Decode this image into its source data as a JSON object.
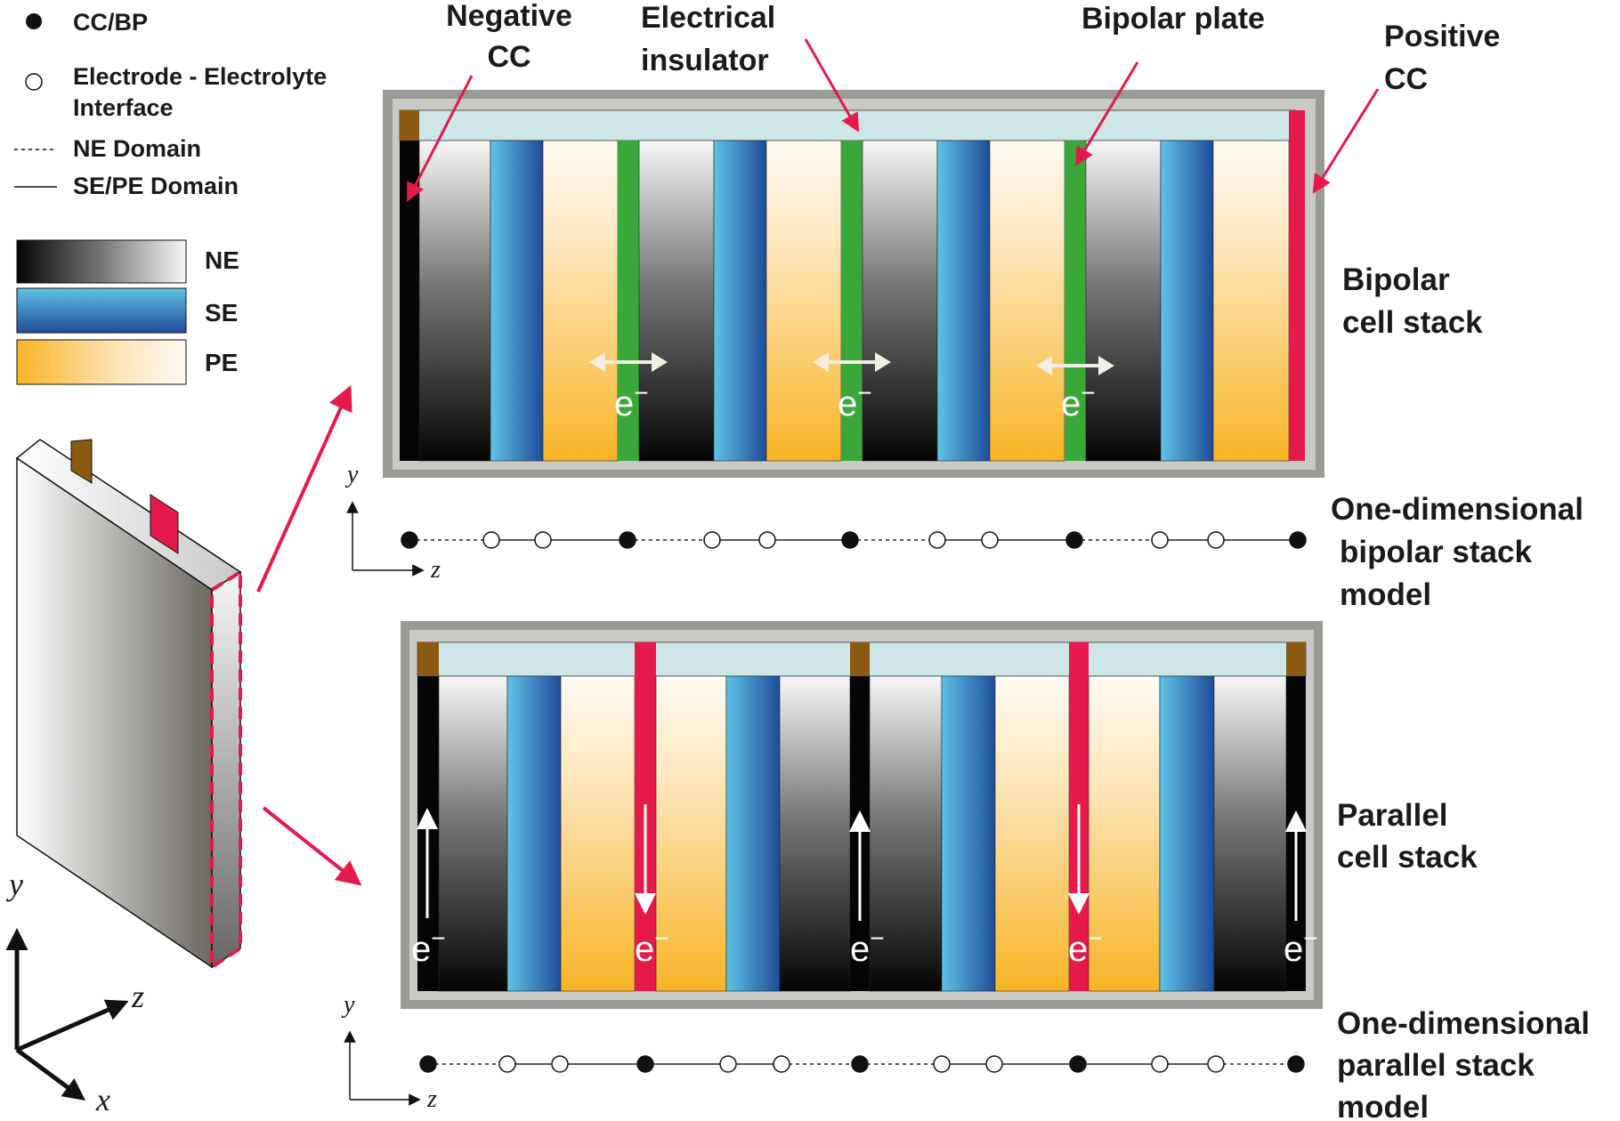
{
  "legend": {
    "cc_bp": "CC/BP",
    "interface_line1": "Electrode - Electrolyte",
    "interface_line2": "Interface",
    "ne_domain": "NE Domain",
    "se_pe_domain": "SE/PE Domain",
    "ne": "NE",
    "se": "SE",
    "pe": "PE"
  },
  "callouts": {
    "negative_cc_line1": "Negative",
    "negative_cc_line2": "CC",
    "electrical_insulator_line1": "Electrical",
    "electrical_insulator_line2": "insulator",
    "bipolar_plate": "Bipolar plate",
    "positive_cc_line1": "Positive",
    "positive_cc_line2": "CC"
  },
  "bipolar": {
    "title_line1": "Bipolar",
    "title_line2": "cell stack",
    "model_line1": "One-dimensional",
    "model_line2": "bipolar stack",
    "model_line3": "model"
  },
  "parallel": {
    "title_line1": "Parallel",
    "title_line2": "cell stack",
    "model_line1": "One-dimensional",
    "model_line2": "parallel stack",
    "model_line3": "model"
  },
  "electron": "e",
  "axes": {
    "x": "x",
    "y": "y",
    "z": "z"
  },
  "colors": {
    "accent_red": "#e5194a",
    "bipolar_plate_green": "#3aa73a",
    "tab_brown": "#8a5a12",
    "insulator": "#cfe6e8",
    "frame_gray": "#9a9a97"
  }
}
